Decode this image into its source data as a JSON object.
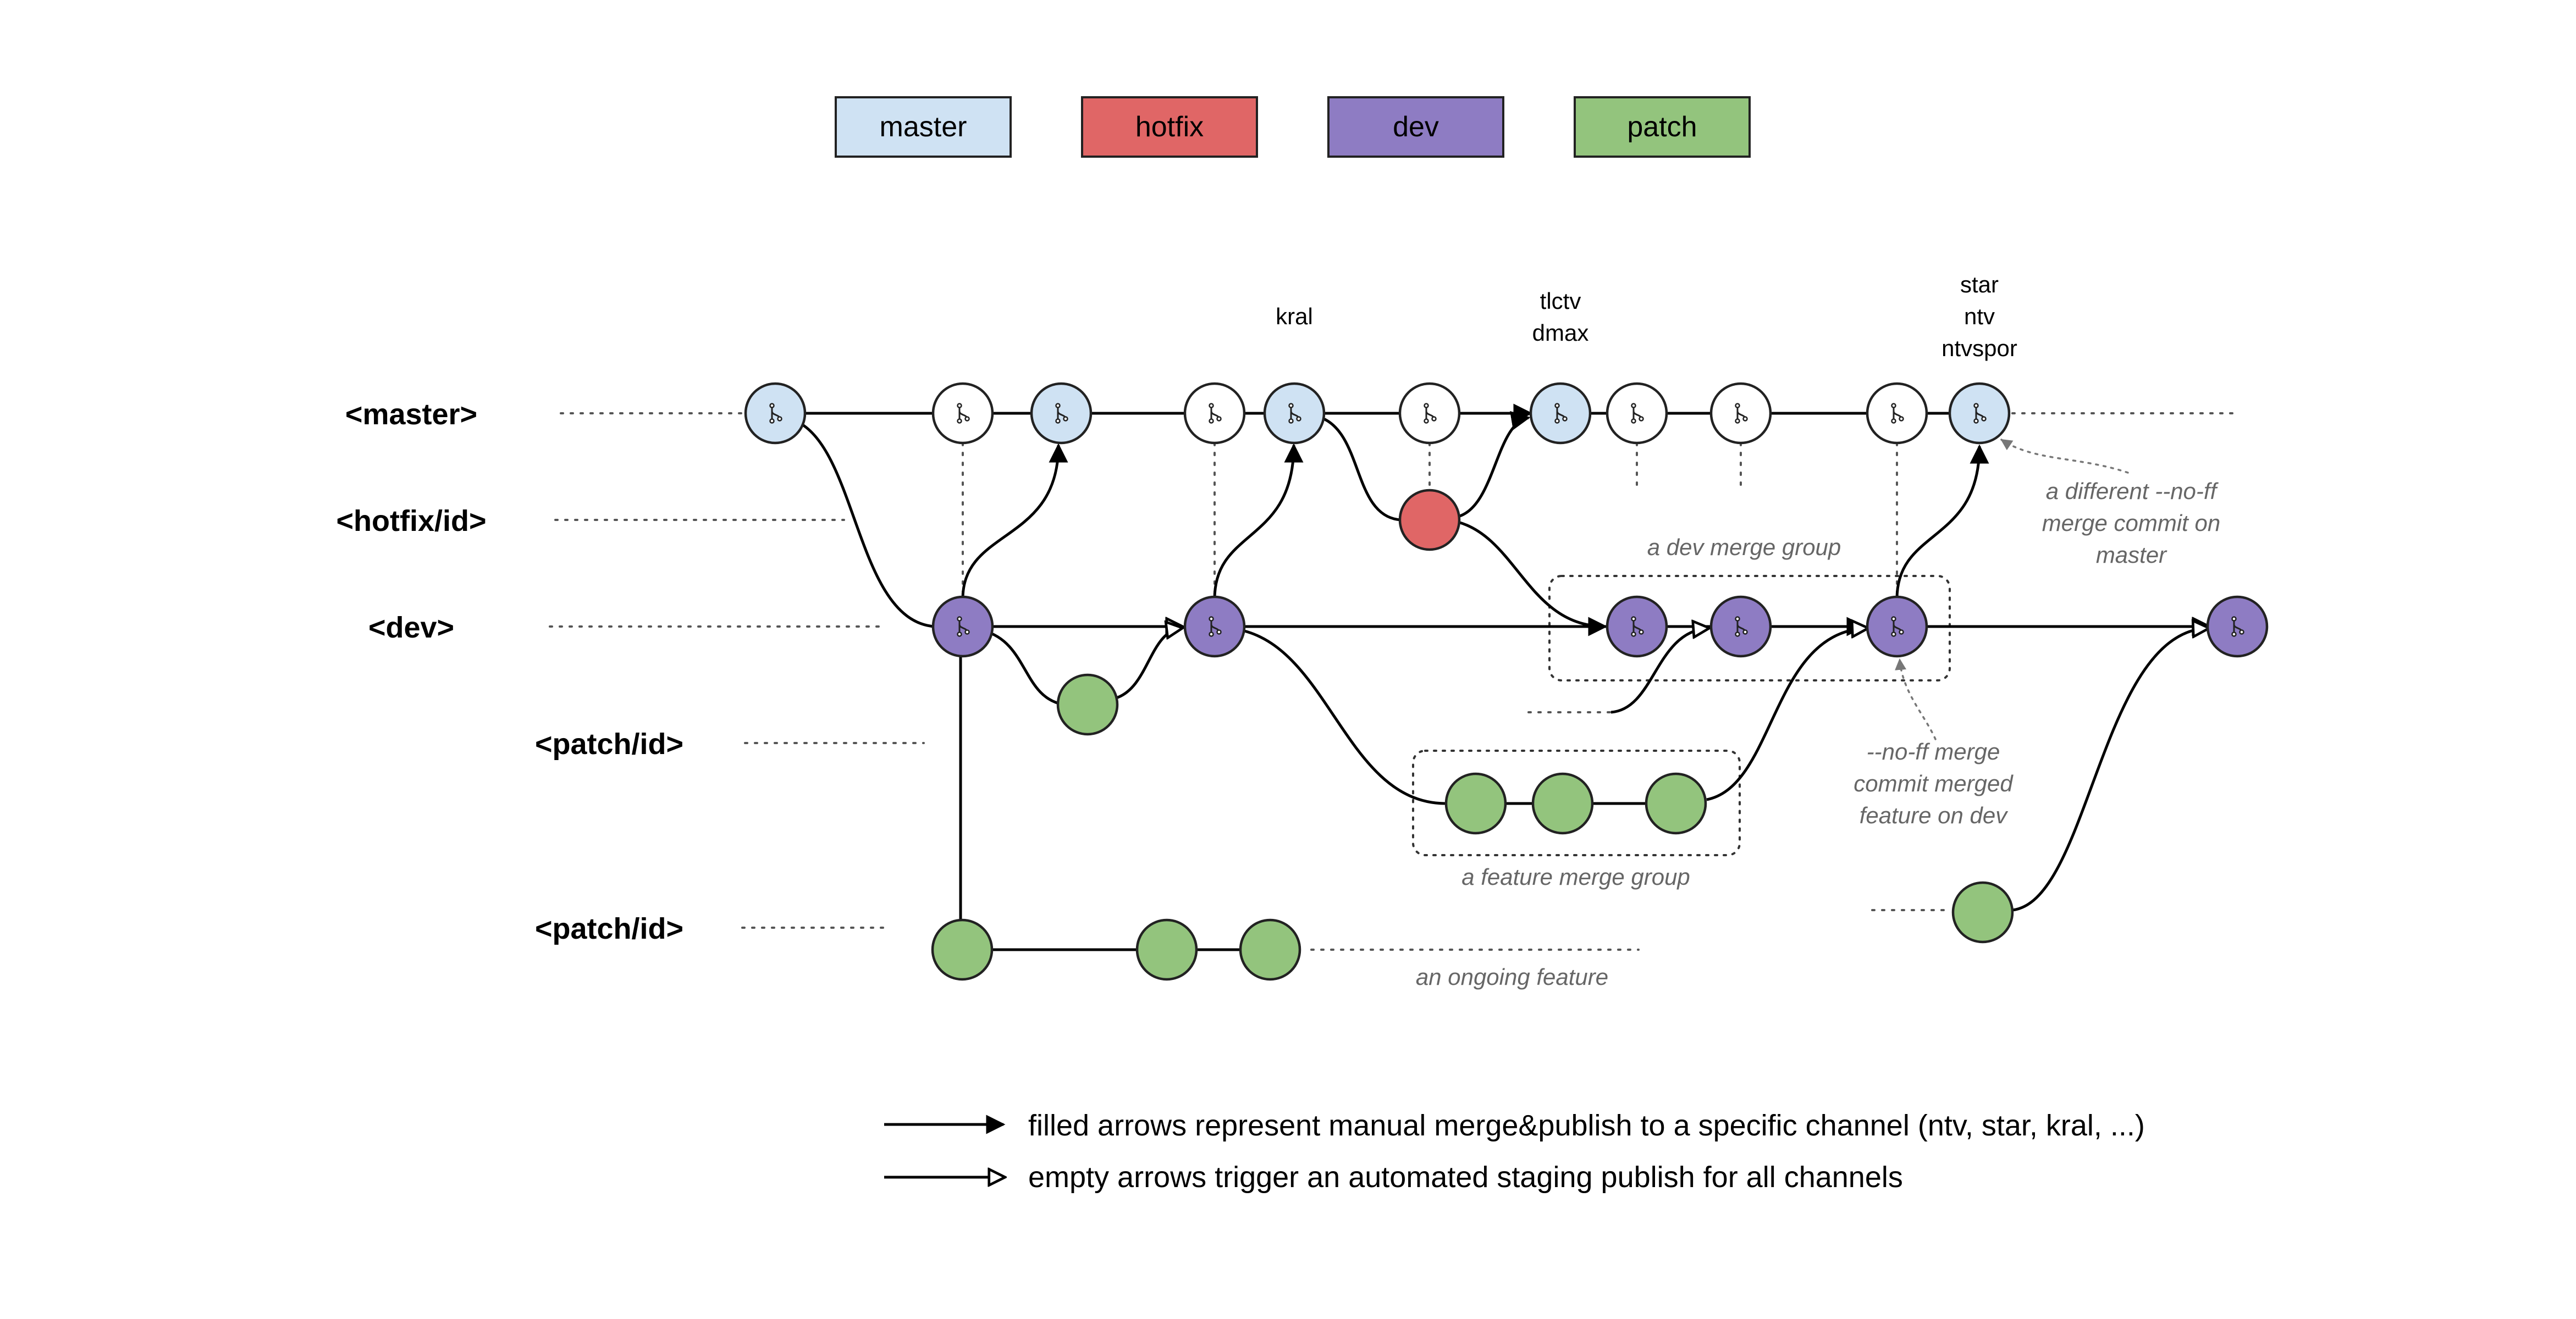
{
  "legend": [
    {
      "label": "master",
      "color": "#cfe2f3"
    },
    {
      "label": "hotfix",
      "color": "#e06666"
    },
    {
      "label": "dev",
      "color": "#8e7cc3"
    },
    {
      "label": "patch",
      "color": "#93c47d"
    }
  ],
  "lanes": {
    "master": "<master>",
    "hotfix": "<hotfix/id>",
    "dev": "<dev>",
    "patch1": "<patch/id>",
    "patch2": "<patch/id>"
  },
  "release_tags": {
    "kral": "kral",
    "tlctv": "tlctv",
    "dmax": "dmax",
    "star": "star",
    "ntv": "ntv",
    "ntvspor": "ntvspor"
  },
  "notes": {
    "dev_merge_group": "a dev merge group",
    "feature_merge_group": "a feature merge group",
    "ongoing_feature": "an ongoing feature",
    "noff_dev_1": "--no-ff merge",
    "noff_dev_2": "commit merged",
    "noff_dev_3": "feature on dev",
    "noff_master_1": "a different --no-ff",
    "noff_master_2": "merge commit on",
    "noff_master_3": "master"
  },
  "footer": {
    "filled_arrows": "filled arrows represent manual merge&publish to a specific channel (ntv, star, kral, ...)",
    "empty_arrows": "empty arrows trigger an automated staging publish for all channels"
  },
  "colors": {
    "master": "#cfe2f3",
    "hotfix": "#e06666",
    "dev": "#8e7cc3",
    "patch": "#93c47d",
    "merge_commit": "#ffffff"
  },
  "icons": {
    "merge_commit": "git-merge-icon"
  }
}
